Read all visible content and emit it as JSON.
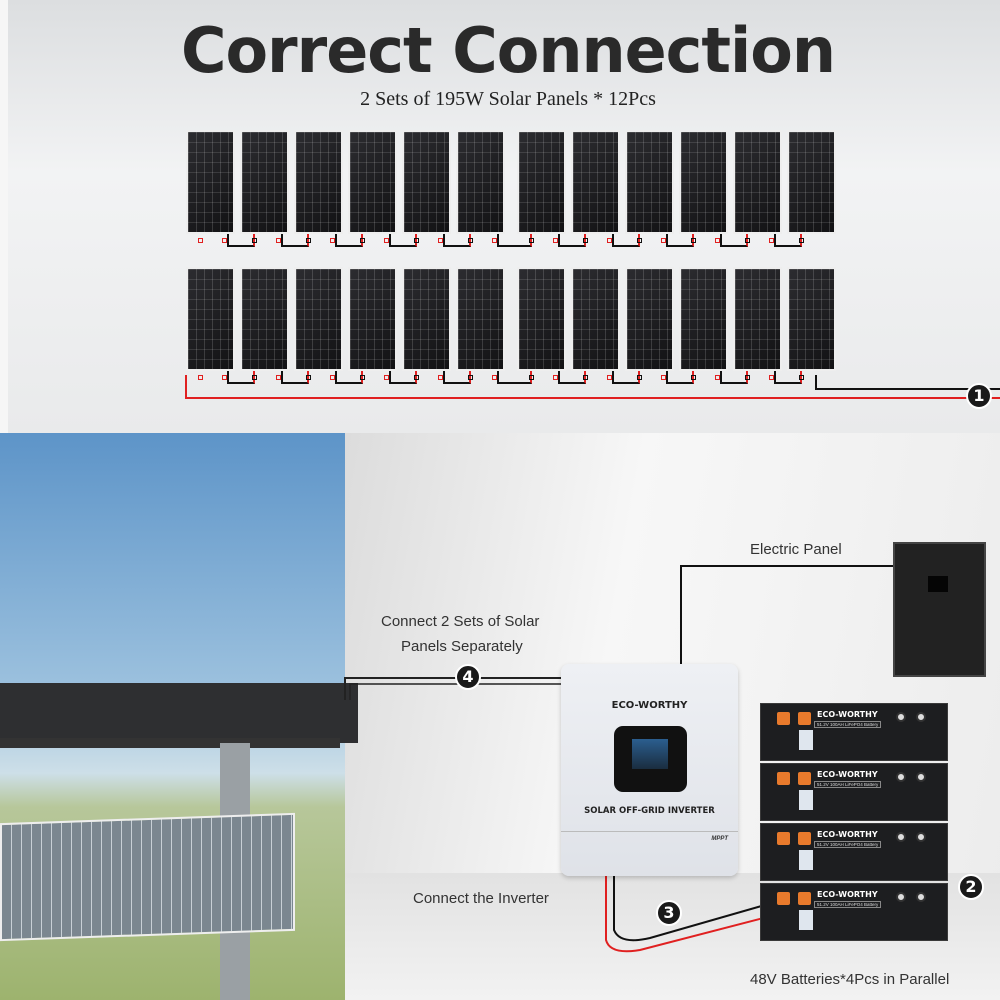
{
  "header": {
    "title": "Correct Connection",
    "subtitle": "2 Sets of 195W Solar Panels * 12Pcs"
  },
  "panels": {
    "rows": 2,
    "per_row": 12
  },
  "labels": {
    "electric_panel": "Electric Panel",
    "connect_solar_line1": "Connect 2 Sets of Solar",
    "connect_solar_line2": "Panels Separately",
    "connect_inverter": "Connect the Inverter",
    "batteries": "48V Batteries*4Pcs in Parallel"
  },
  "steps": [
    "1",
    "2",
    "3",
    "4"
  ],
  "inverter": {
    "brand": "ECO-WORTHY",
    "name": "SOLAR OFF-GRID INVERTER",
    "badge": "MPPT"
  },
  "battery": {
    "brand": "ECO-WORTHY",
    "spec": "51.2V 100AH LiFePO4 Battery",
    "count": 4
  },
  "colors": {
    "positive_wire": "#e02020",
    "negative_wire": "#111111",
    "terminal": "#e87a2c"
  }
}
